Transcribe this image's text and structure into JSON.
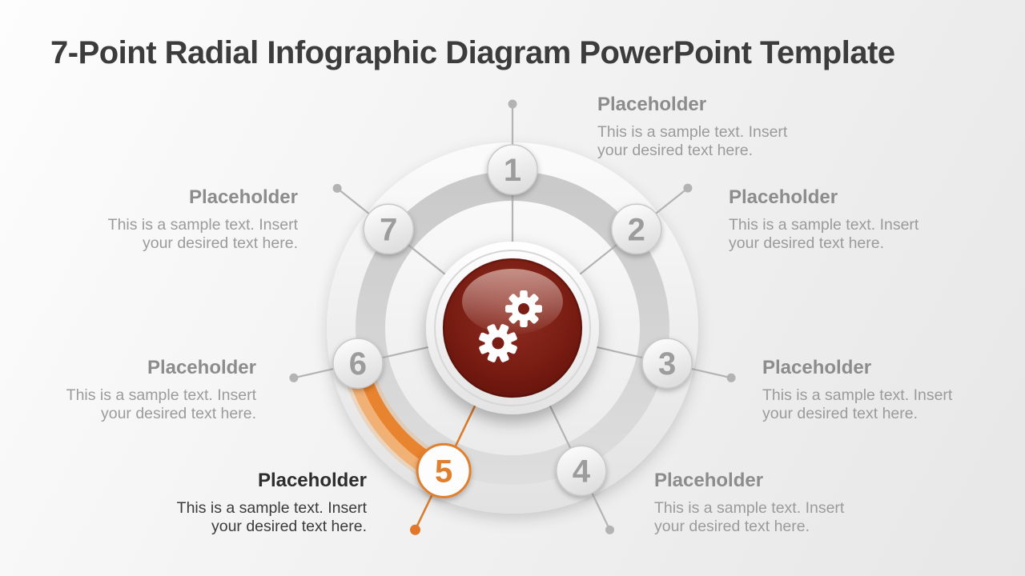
{
  "title": "7-Point Radial Infographic Diagram PowerPoint Template",
  "diagram": {
    "center_icon": "gears-icon",
    "nodes": [
      {
        "label": "1",
        "highlighted": false
      },
      {
        "label": "2",
        "highlighted": false
      },
      {
        "label": "3",
        "highlighted": false
      },
      {
        "label": "4",
        "highlighted": false
      },
      {
        "label": "5",
        "highlighted": true
      },
      {
        "label": "6",
        "highlighted": false
      },
      {
        "label": "7",
        "highlighted": false
      }
    ]
  },
  "blocks": [
    {
      "heading": "Placeholder",
      "line1": "This is a sample text. Insert",
      "line2": "your desired text here.",
      "emphasized": false
    },
    {
      "heading": "Placeholder",
      "line1": "This is a sample text. Insert",
      "line2": "your desired text here.",
      "emphasized": false
    },
    {
      "heading": "Placeholder",
      "line1": "This is a sample text. Insert",
      "line2": "your desired text here.",
      "emphasized": false
    },
    {
      "heading": "Placeholder",
      "line1": "This is a sample text. Insert",
      "line2": "your desired text here.",
      "emphasized": false
    },
    {
      "heading": "Placeholder",
      "line1": "This is a sample text. Insert",
      "line2": "your desired text here.",
      "emphasized": true
    },
    {
      "heading": "Placeholder",
      "line1": "This is a sample text. Insert",
      "line2": "your desired text here.",
      "emphasized": false
    },
    {
      "heading": "Placeholder",
      "line1": "This is a sample text. Insert",
      "line2": "your desired text here.",
      "emphasized": false
    }
  ],
  "colors": {
    "accent_orange": "#e0802f",
    "arc_orange_light": "#f2b174",
    "arc_orange": "#e8832f",
    "button_maroon": "#7a1d13",
    "gray_heading": "#8c8c8c",
    "gray_body": "#9b9b9b",
    "dark_heading": "#2d2d2d",
    "dark_body": "#3b3b3b",
    "node_number_gray": "#9c9c9c",
    "spoke_gray": "#b3b3b3"
  }
}
